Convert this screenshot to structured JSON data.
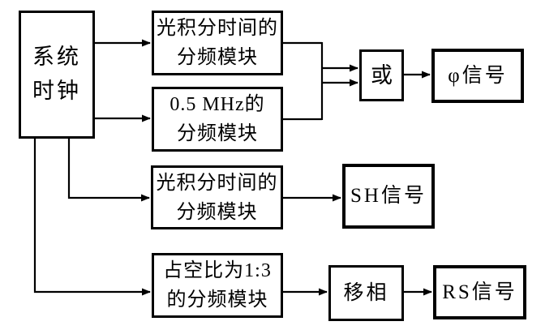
{
  "figure": {
    "type": "block-diagram",
    "background_color": "#ffffff",
    "stroke_color": "#000000",
    "nodes": {
      "sys_clock": {
        "line1": "系统",
        "line2": "时钟"
      },
      "mod_opt_top": {
        "line1": "光积分时间的",
        "line2": "分频模块"
      },
      "mod_05mhz": {
        "line1": "0.5 MHz的",
        "line2": "分频模块"
      },
      "or_gate": {
        "label": "或"
      },
      "phi_signal": {
        "label": "φ信号"
      },
      "mod_opt_mid": {
        "line1": "光积分时间的",
        "line2": "分频模块"
      },
      "sh_signal": {
        "label": "SH信号"
      },
      "mod_duty": {
        "line1": "占空比为1:3",
        "line2": "的分频模块"
      },
      "phase_shift": {
        "label": "移相"
      },
      "rs_signal": {
        "label": "RS信号"
      }
    },
    "edges": [
      {
        "from": "sys_clock",
        "to": "mod_opt_top"
      },
      {
        "from": "sys_clock",
        "to": "mod_05mhz"
      },
      {
        "from": "sys_clock",
        "to": "mod_opt_mid"
      },
      {
        "from": "sys_clock",
        "to": "mod_duty"
      },
      {
        "from": "mod_opt_top",
        "to": "or_gate"
      },
      {
        "from": "mod_05mhz",
        "to": "or_gate"
      },
      {
        "from": "or_gate",
        "to": "phi_signal"
      },
      {
        "from": "mod_opt_mid",
        "to": "sh_signal"
      },
      {
        "from": "mod_duty",
        "to": "phase_shift"
      },
      {
        "from": "phase_shift",
        "to": "rs_signal"
      }
    ]
  }
}
